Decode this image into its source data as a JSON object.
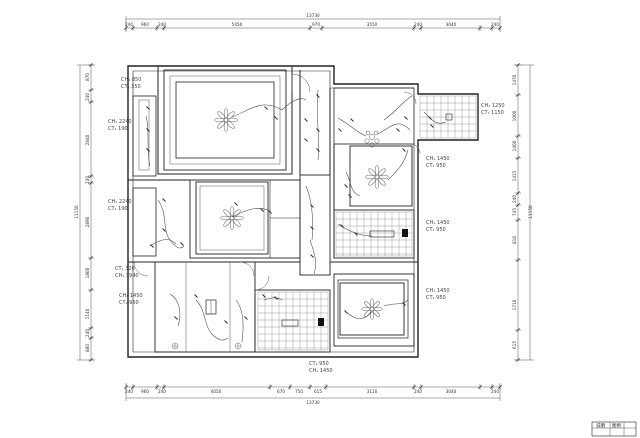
{
  "dims": {
    "top_total": "13730",
    "top_segments": [
      "240",
      "960",
      "240",
      "5450",
      "970",
      "3550",
      "240",
      "3040",
      "240"
    ],
    "bottom_segments": [
      "240",
      "960",
      "240",
      "4050",
      "670",
      "750",
      "615",
      "3120",
      "240",
      "3040",
      "240"
    ],
    "bottom_total": "13730",
    "left_total": "11150",
    "left_segments": [
      "870",
      "240",
      "2840",
      "240",
      "2890",
      "1800",
      "1140",
      "240",
      "880"
    ],
    "right_total": "11150",
    "right_segments": [
      "1470",
      "1000",
      "1400",
      "1415",
      "240",
      "745",
      "810",
      "1710",
      "615"
    ]
  },
  "annotations": [
    {
      "line1": "CH₁ 850",
      "line2": "CT₁ 350"
    },
    {
      "line1": "CH₁ 2240",
      "line2": "CT₁ 190"
    },
    {
      "line1": "CH₁ 2240",
      "line2": "CT₁ 190"
    },
    {
      "line1": "CT₁ 320",
      "line2": "CH₁ 1940"
    },
    {
      "line1": "CH₁ 1450",
      "line2": "CT₁ 950"
    },
    {
      "line1": "CH₁ 1250",
      "line2": "CT₁ 1150"
    },
    {
      "line1": "CH₁ 1450",
      "line2": "CT₁ 950"
    },
    {
      "line1": "CH₁ 1450",
      "line2": "CT₁ 950"
    },
    {
      "line1": "CH₁ 1450",
      "line2": "CT₁ 950"
    },
    {
      "line1": "CT₁ 950",
      "line2": "CH₁ 1450"
    }
  ],
  "title_block": {
    "col1": "说明",
    "col2": "图例"
  }
}
